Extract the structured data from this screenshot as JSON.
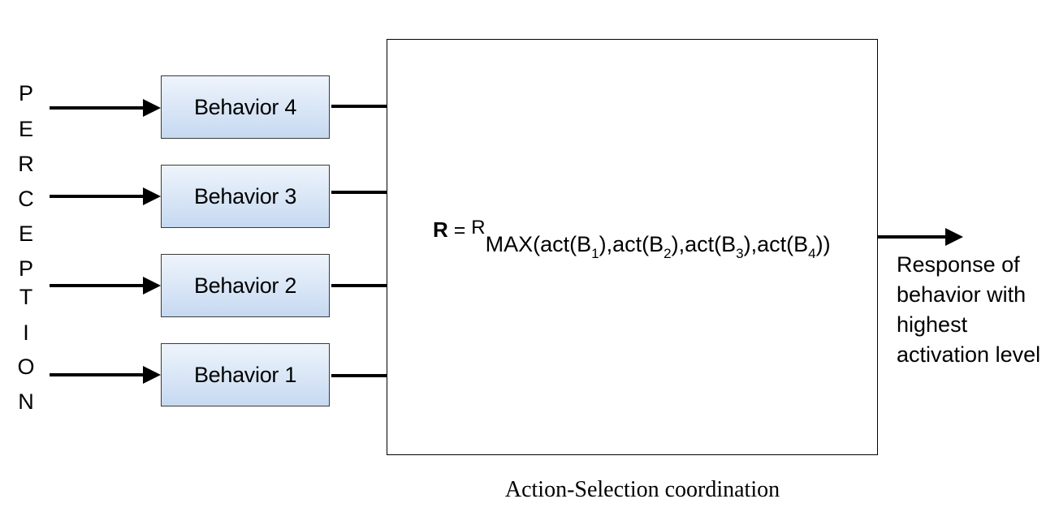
{
  "perception_letters": [
    "P",
    "E",
    "R",
    "C",
    "E",
    "P",
    "T",
    "I",
    "O",
    "N"
  ],
  "behaviors": [
    {
      "label": "Behavior 4"
    },
    {
      "label": "Behavior 3"
    },
    {
      "label": "Behavior 2"
    },
    {
      "label": "Behavior 1"
    }
  ],
  "formula": {
    "lhs": "R",
    "equals": " = ",
    "base": "R",
    "subscript_parts": [
      {
        "text": "MAX(act(B"
      },
      {
        "idx": "1"
      },
      {
        "text": "),act(B"
      },
      {
        "idx": "2"
      },
      {
        "text": "),act(B"
      },
      {
        "idx": "3"
      },
      {
        "text": "),act(B"
      },
      {
        "idx": "4"
      },
      {
        "text": "))"
      }
    ]
  },
  "response_lines": [
    "Response of",
    "behavior with",
    "highest",
    "activation level"
  ],
  "caption": "Action-Selection coordination",
  "colors": {
    "box_fill_top": "#eef4fc",
    "box_fill_bottom": "#c6d9f1",
    "box_border": "#3a3a3a",
    "line": "#000000"
  }
}
